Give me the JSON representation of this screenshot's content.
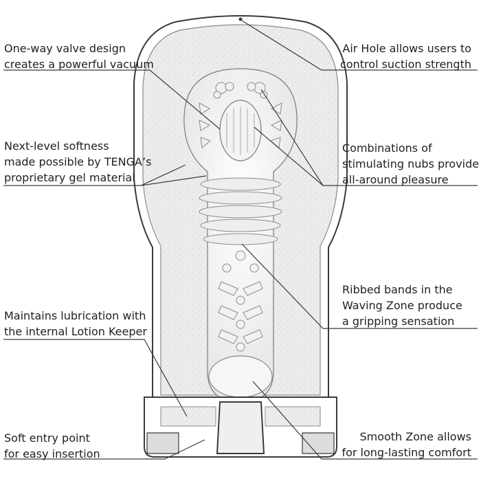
{
  "callouts": {
    "valve": {
      "line1": "One-way valve design",
      "line2": "creates a powerful vacuum"
    },
    "airhole": {
      "line1": "Air Hole allows users to",
      "line2": "control suction strength"
    },
    "softness": {
      "line1": "Next-level softness",
      "line2": "made possible by TENGA’s",
      "line3": "proprietary gel material"
    },
    "nubs": {
      "line1": "Combinations of",
      "line2": "stimulating nubs provide",
      "line3": "all-around pleasure"
    },
    "ribbed": {
      "line1": "Ribbed bands in the",
      "line2": "Waving Zone produce",
      "line3": "a gripping sensation"
    },
    "lotion": {
      "line1": "Maintains lubrication with",
      "line2": "the internal Lotion Keeper"
    },
    "entry": {
      "line1": "Soft entry point",
      "line2": "for easy insertion"
    },
    "smooth": {
      "line1": "Smooth Zone allows",
      "line2": "for long-lasting comfort"
    }
  },
  "colors": {
    "outline": "#3a3a3a",
    "gel": "#e9e9e9",
    "speckle": "#c8c8c8",
    "channel": "#f7f7f7",
    "text": "#1f1f1f"
  }
}
